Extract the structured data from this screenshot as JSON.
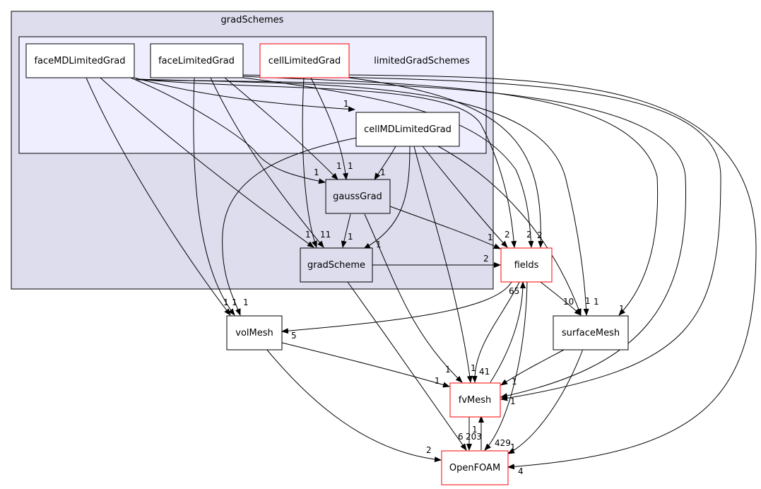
{
  "clusters": {
    "outer": {
      "label": "gradSchemes",
      "fill": "#ddddee",
      "stroke": "#000000"
    },
    "inner": {
      "label": "limitedGradSchemes",
      "fill": "#eeeeff",
      "stroke": "#000000"
    }
  },
  "nodes": {
    "faceMDLimitedGrad": {
      "label": "faceMDLimitedGrad",
      "border": "#000000"
    },
    "faceLimitedGrad": {
      "label": "faceLimitedGrad",
      "border": "#000000"
    },
    "cellLimitedGrad": {
      "label": "cellLimitedGrad",
      "border": "#ff0000"
    },
    "cellMDLimitedGrad": {
      "label": "cellMDLimitedGrad",
      "border": "#000000"
    },
    "gaussGrad": {
      "label": "gaussGrad",
      "border": "#000000"
    },
    "gradScheme": {
      "label": "gradScheme",
      "border": "#000000"
    },
    "fields": {
      "label": "fields",
      "border": "#ff0000"
    },
    "volMesh": {
      "label": "volMesh",
      "border": "#000000"
    },
    "surfaceMesh": {
      "label": "surfaceMesh",
      "border": "#000000"
    },
    "fvMesh": {
      "label": "fvMesh",
      "border": "#ff0000"
    },
    "OpenFOAM": {
      "label": "OpenFOAM",
      "border": "#ff0000"
    }
  },
  "edge_labels": {
    "e1": "1",
    "e2": "1",
    "e3": "1",
    "e4": "1",
    "e5": "1",
    "e6": "1",
    "e7": "1",
    "e8": "11",
    "e9": "1",
    "e10": "1",
    "e11": "2",
    "e12": "2",
    "e13": "2",
    "e14": "1",
    "e15": "1",
    "e16": "1",
    "e17": "1",
    "e18": "1",
    "e19": "5",
    "e20": "65",
    "e21": "10",
    "e22": "1",
    "e23": "1",
    "e24": "1",
    "e25": "1",
    "e26": "41",
    "e27": "1",
    "e28": "1",
    "e29": "6",
    "e30": "203",
    "e31": "1",
    "e32": "2",
    "e33": "429",
    "e34": "1",
    "e35": "4",
    "e36": "1",
    "e37": "1"
  }
}
